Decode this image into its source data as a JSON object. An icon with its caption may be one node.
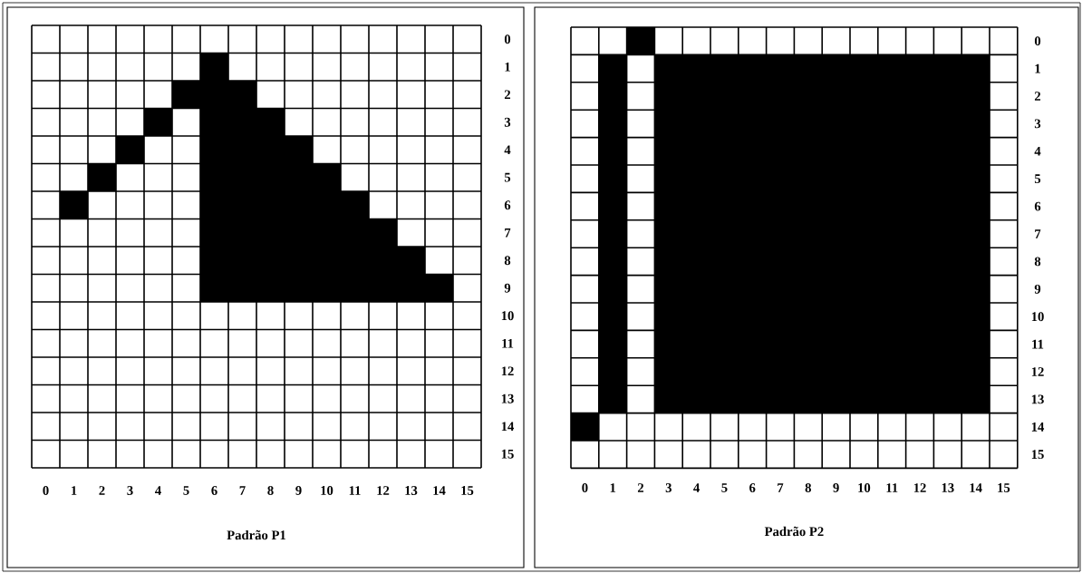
{
  "diagram": {
    "labels": [
      "0",
      "1",
      "2",
      "3",
      "4",
      "5",
      "6",
      "7",
      "8",
      "9",
      "10",
      "11",
      "12",
      "13",
      "14",
      "15",
      "0",
      "1",
      "2",
      "3",
      "4",
      "5",
      "6",
      "7",
      "8",
      "9",
      "10",
      "11",
      "12",
      "13",
      "14",
      "15",
      "Padrão P1",
      "0",
      "1",
      "2",
      "3",
      "4",
      "5",
      "6",
      "7",
      "8",
      "9",
      "10",
      "11",
      "12",
      "13",
      "14",
      "15",
      "0",
      "1",
      "2",
      "3",
      "4",
      "5",
      "6",
      "7",
      "8",
      "9",
      "10",
      "11",
      "12",
      "13",
      "14",
      "15",
      "Padrão P2"
    ]
  }
}
